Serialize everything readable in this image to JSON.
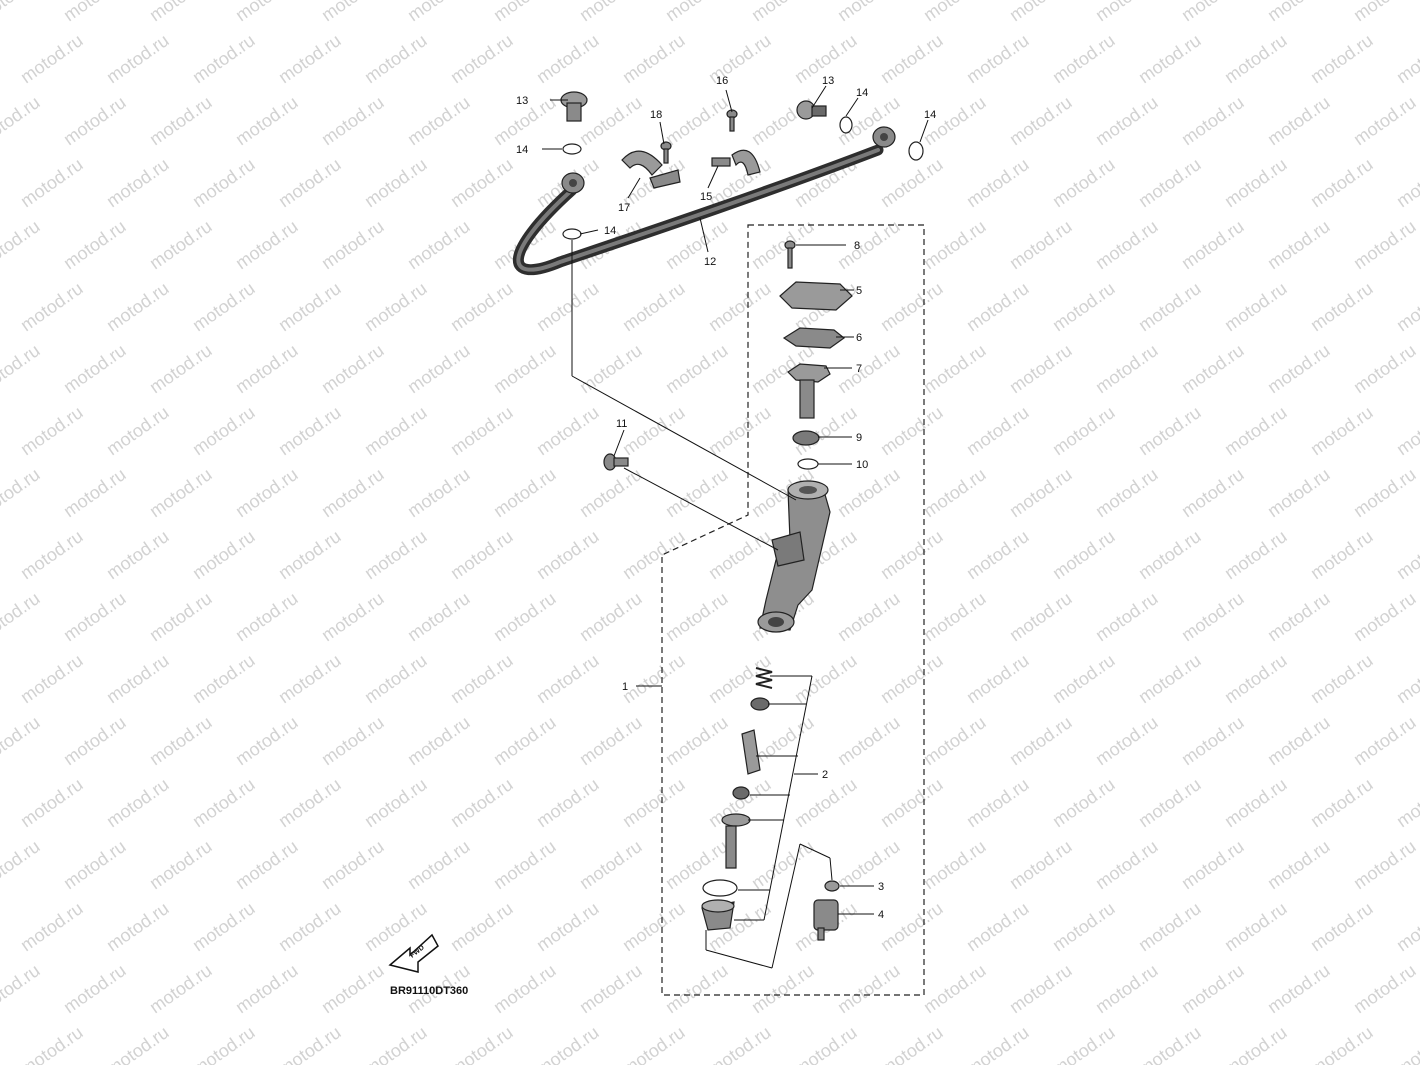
{
  "watermark": "motod.ru",
  "diagram_code": "BR91110DT360",
  "direction_arrow": {
    "label": "FWD",
    "icon": "forward-arrow-icon"
  },
  "callouts": [
    {
      "id": "c1",
      "label": "1"
    },
    {
      "id": "c2",
      "label": "2"
    },
    {
      "id": "c3",
      "label": "3"
    },
    {
      "id": "c4",
      "label": "4"
    },
    {
      "id": "c5",
      "label": "5"
    },
    {
      "id": "c6",
      "label": "6"
    },
    {
      "id": "c7",
      "label": "7"
    },
    {
      "id": "c8",
      "label": "8"
    },
    {
      "id": "c9",
      "label": "9"
    },
    {
      "id": "c10",
      "label": "10"
    },
    {
      "id": "c11",
      "label": "11"
    },
    {
      "id": "c12",
      "label": "12"
    },
    {
      "id": "c13a",
      "label": "13"
    },
    {
      "id": "c13b",
      "label": "13"
    },
    {
      "id": "c14a",
      "label": "14"
    },
    {
      "id": "c14b",
      "label": "14"
    },
    {
      "id": "c14c",
      "label": "14"
    },
    {
      "id": "c14d",
      "label": "14"
    },
    {
      "id": "c15",
      "label": "15"
    },
    {
      "id": "c16",
      "label": "16"
    },
    {
      "id": "c17",
      "label": "17"
    },
    {
      "id": "c18",
      "label": "18"
    }
  ],
  "colors": {
    "part_fill": "#9a9a9a",
    "part_dark": "#5a5a5a",
    "line": "#111111",
    "watermark": "#d2d2d2"
  }
}
